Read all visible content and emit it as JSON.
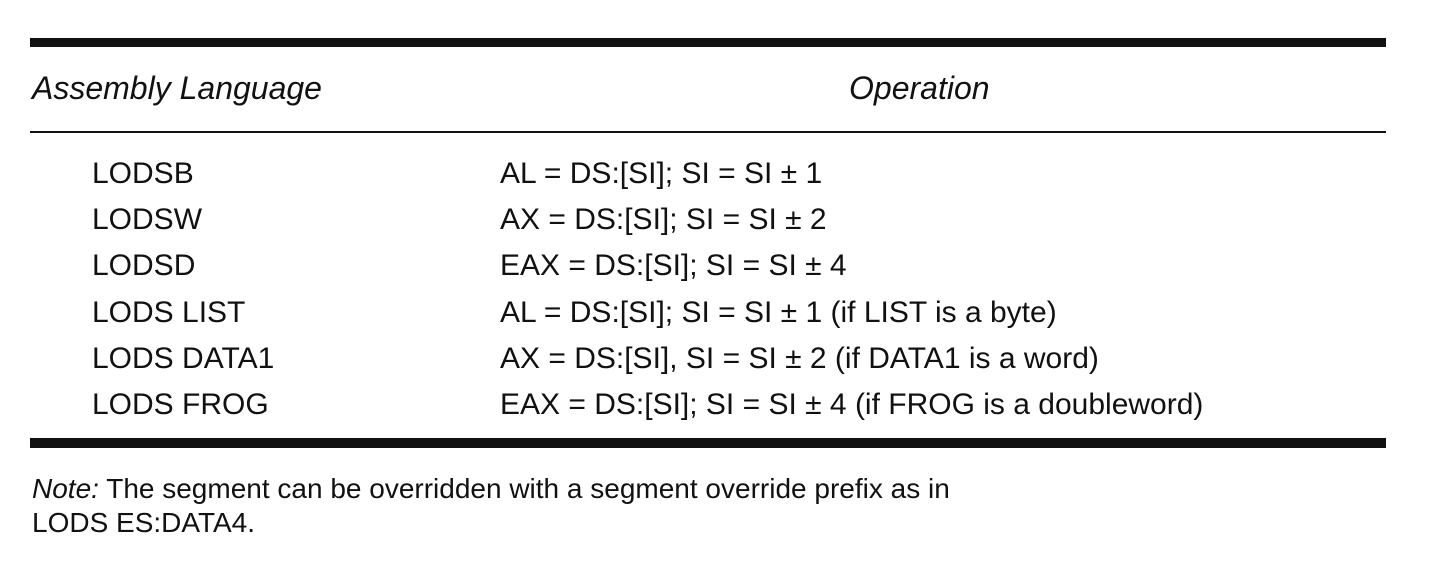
{
  "table": {
    "header": {
      "assembly": "Assembly Language",
      "operation": "Operation"
    },
    "rows": [
      {
        "instruction": "LODSB",
        "operation": "AL = DS:[SI]; SI = SI ± 1"
      },
      {
        "instruction": "LODSW",
        "operation": "AX = DS:[SI]; SI = SI ± 2"
      },
      {
        "instruction": "LODSD",
        "operation": "EAX = DS:[SI]; SI = SI ± 4"
      },
      {
        "instruction": "LODS LIST",
        "operation": "AL = DS:[SI]; SI = SI ± 1 (if LIST is a byte)"
      },
      {
        "instruction": "LODS DATA1",
        "operation": "AX = DS:[SI], SI = SI ± 2 (if DATA1 is a word)"
      },
      {
        "instruction": "LODS FROG",
        "operation": "EAX = DS:[SI]; SI = SI ± 4 (if FROG is a doubleword)"
      }
    ]
  },
  "note": {
    "label": "Note:",
    "line1": " The segment can be overridden with a segment override prefix as in",
    "line2": "LODS ES:DATA4."
  }
}
